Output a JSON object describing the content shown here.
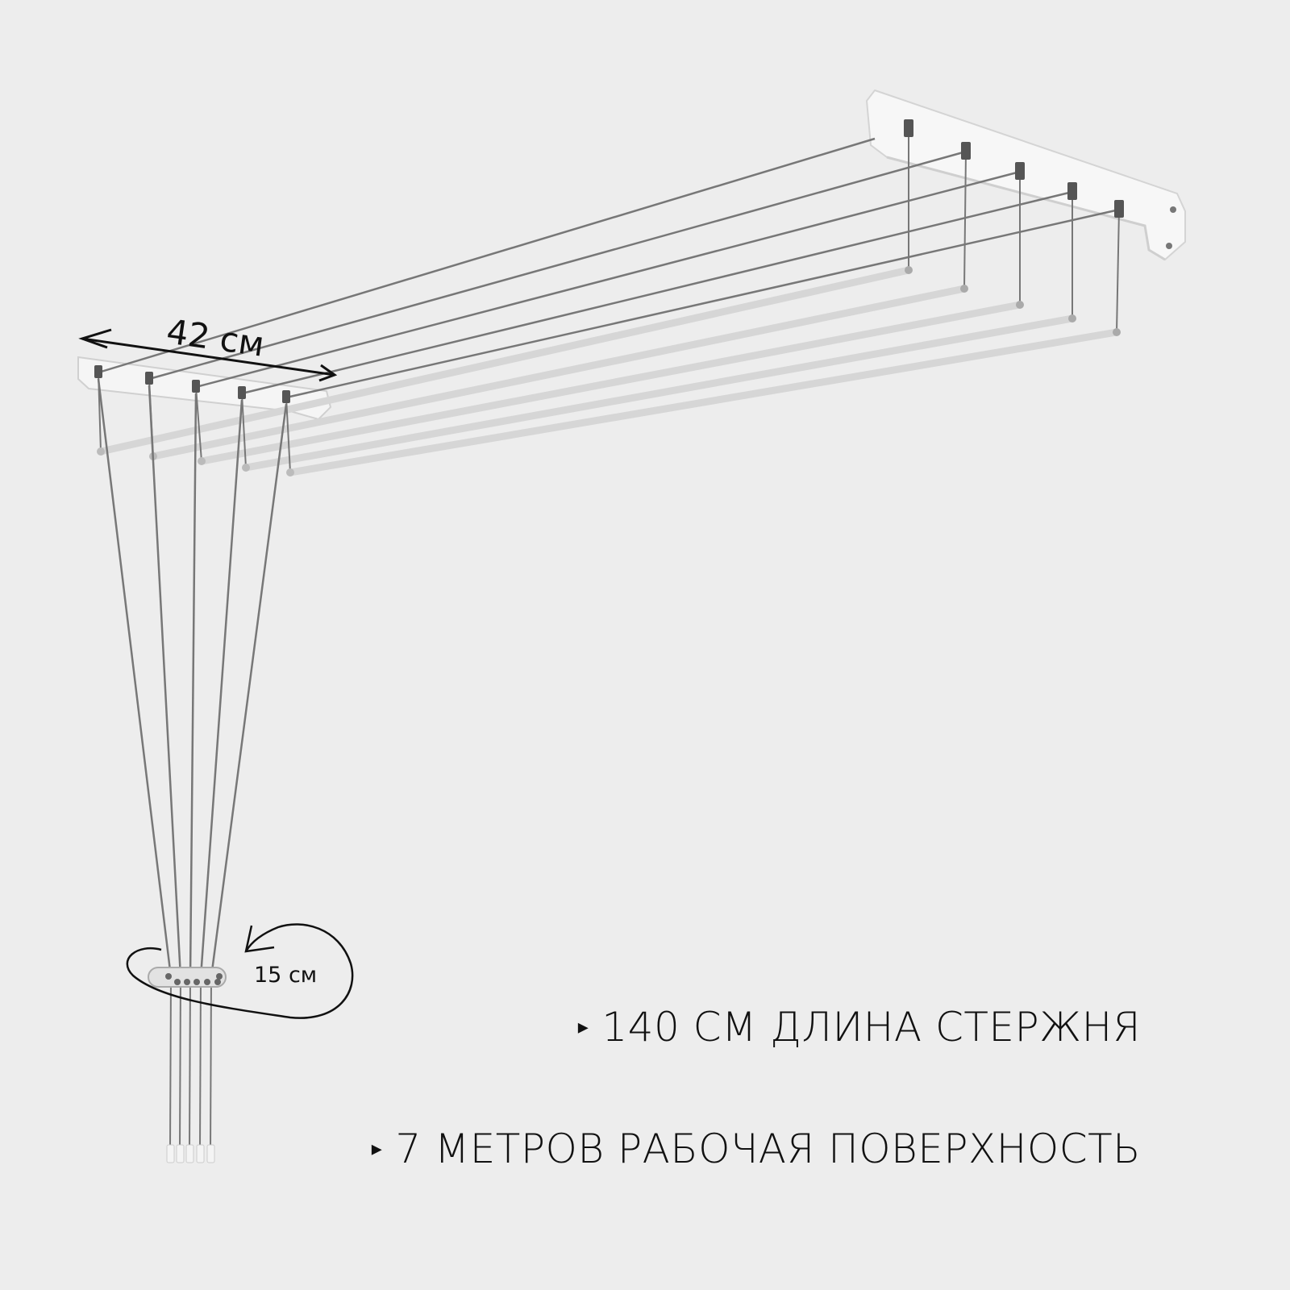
{
  "dimensions": {
    "bracket_width": "42 см",
    "clip_width": "15 см"
  },
  "features": [
    {
      "bullet": "▸",
      "text": "140 СМ ДЛИНА СТЕРЖНЯ"
    },
    {
      "bullet": "▸",
      "text": "7 МЕТРОВ РАБОЧАЯ ПОВЕРХНОСТЬ"
    }
  ],
  "colors": {
    "background": "#ededed",
    "wire": "#777777",
    "rod": "#d9d9d9",
    "text": "#111111"
  }
}
